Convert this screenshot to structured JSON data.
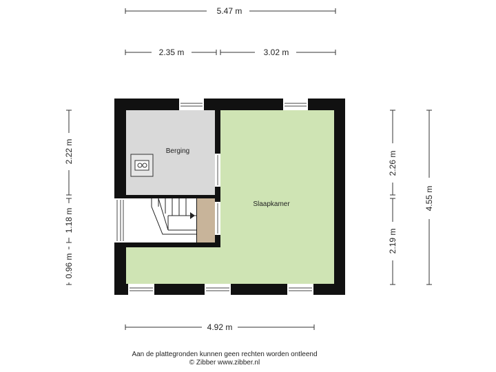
{
  "dimensions": {
    "top_total": "5.47 m",
    "top_left": "2.35 m",
    "top_right": "3.02 m",
    "left_top": "2.22 m",
    "left_mid": "1.18 m",
    "left_bottom": "0.96 m",
    "right_top": "2.26 m",
    "right_bottom": "2.19 m",
    "right_total": "4.55 m",
    "bottom_total": "4.92 m"
  },
  "rooms": {
    "storage": "Berging",
    "bedroom": "Slaapkamer"
  },
  "colors": {
    "wall": "#111111",
    "storage_fill": "#d9d9d9",
    "bedroom_fill": "#cfe4b4",
    "landing_fill": "#c8b49a",
    "stairs_fill": "#ffffff"
  },
  "footer": {
    "disclaimer": "Aan de plattegronden kunnen geen rechten worden ontleend",
    "copyright": "© Zibber www.zibber.nl"
  }
}
